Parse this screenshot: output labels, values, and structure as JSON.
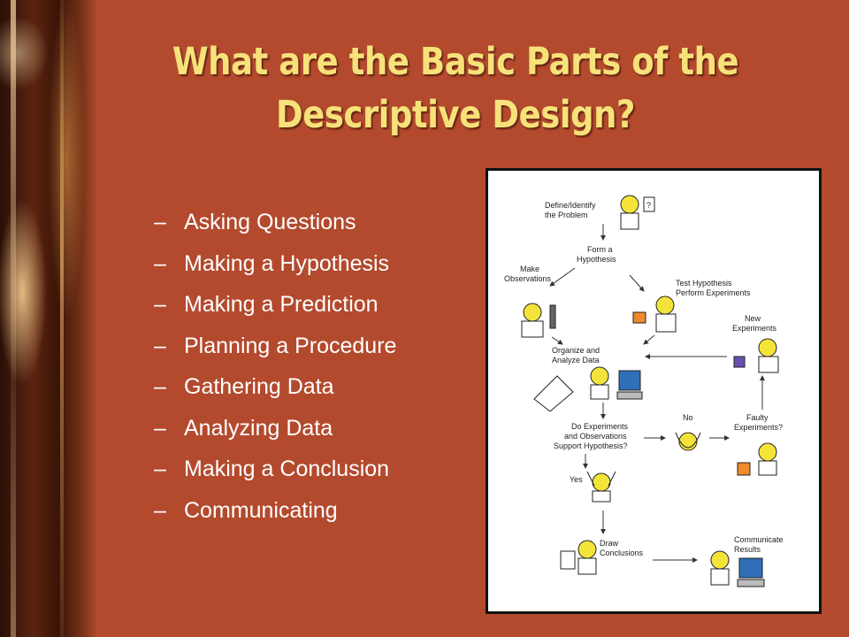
{
  "slide": {
    "title": "What are the Basic Parts of the Descriptive Design?",
    "bullets": [
      "Asking Questions",
      "Making a Hypothesis",
      "Making a Prediction",
      "Planning a Procedure",
      "Gathering Data",
      "Analyzing Data",
      "Making a Conclusion",
      "Communicating"
    ]
  },
  "figure": {
    "labels": {
      "define_1": "Define/Identify",
      "define_2": "the Problem",
      "form_1": "Form a",
      "form_2": "Hypothesis",
      "make_1": "Make",
      "make_2": "Observations",
      "test_1": "Test Hypothesis",
      "test_2": "Perform Experiments",
      "new_1": "New",
      "new_2": "Experiments",
      "organize_1": "Organize and",
      "organize_2": "Analyze Data",
      "support_1": "Do Experiments",
      "support_2": "and Observations",
      "support_3": "Support Hypothesis?",
      "no": "No",
      "faulty_1": "Faulty",
      "faulty_2": "Experiments?",
      "yes": "Yes",
      "draw_1": "Draw",
      "draw_2": "Conclusions",
      "comm_1": "Communicate",
      "comm_2": "Results"
    }
  },
  "colors": {
    "background": "#b34a2e",
    "title": "#f7e27a",
    "bullet_text": "#ffffff"
  }
}
